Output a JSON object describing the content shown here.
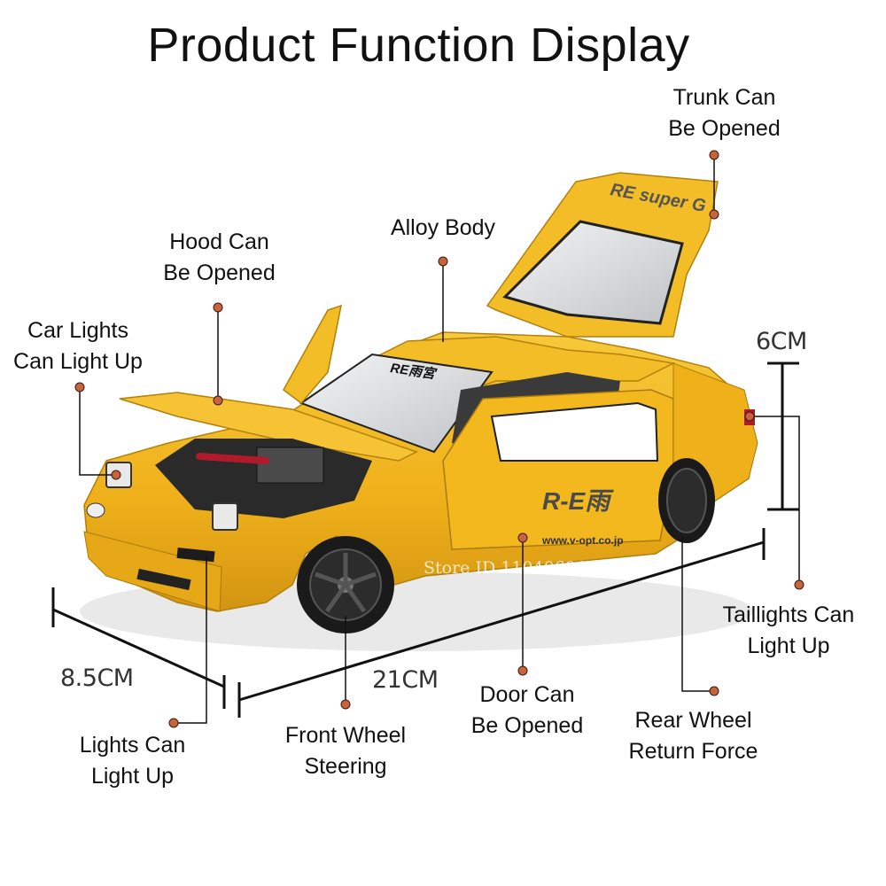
{
  "title": "Product Function Display",
  "labels": {
    "trunk": [
      "Trunk Can",
      "Be Opened"
    ],
    "alloy": [
      "Alloy Body"
    ],
    "hood": [
      "Hood Can",
      "Be Opened"
    ],
    "car_lights": [
      "Car Lights",
      "Can Light Up"
    ],
    "taillights": [
      "Taillights Can",
      "Light Up"
    ],
    "lights": [
      "Lights Can",
      "Light Up"
    ],
    "front_wheel": [
      "Front Wheel",
      "Steering"
    ],
    "door": [
      "Door Can",
      "Be Opened"
    ],
    "rear_wheel": [
      "Rear Wheel",
      "Return Force"
    ]
  },
  "dimensions": {
    "height": "6CM",
    "width": "8.5CM",
    "length": "21CM"
  },
  "decals": {
    "spoiler": "RE super G",
    "side": "R-E雨",
    "url": "www.v-opt.co.jp",
    "windshield": "RE雨宮"
  },
  "watermark": "Store ID 1104069607",
  "colors": {
    "body": "#f2b81e",
    "callout_dot": "#c8643c",
    "line": "#111111"
  }
}
